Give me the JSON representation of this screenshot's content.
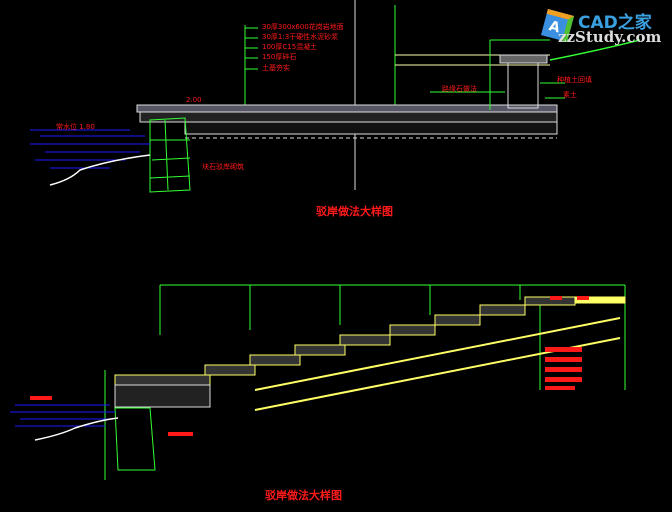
{
  "drawing_top": {
    "layer_labels": [
      "30厚300x600花岗岩地面",
      "30厚1:3干硬性水泥砂浆",
      "100厚C15混凝土",
      "150厚碎石",
      "土基夯实"
    ],
    "elevation": "2.00",
    "water_level": "常水位 1.80",
    "stone_label": "块石驳岸砌筑",
    "edge_label": "路缘石做法",
    "planting_label": "种植土回填",
    "soil_label": "素土",
    "title": "驳岸做法大样图"
  },
  "drawing_bottom": {
    "title": "驳岸做法大样图"
  },
  "logo": {
    "brand": "CAD之家",
    "site": "zzStudy.com",
    "cube_letter": "A"
  },
  "colors": {
    "background": "#000000",
    "line": "#33ff33",
    "text": "#ff1a1a",
    "water": "#1a1aff",
    "fill": "#ffff66"
  }
}
